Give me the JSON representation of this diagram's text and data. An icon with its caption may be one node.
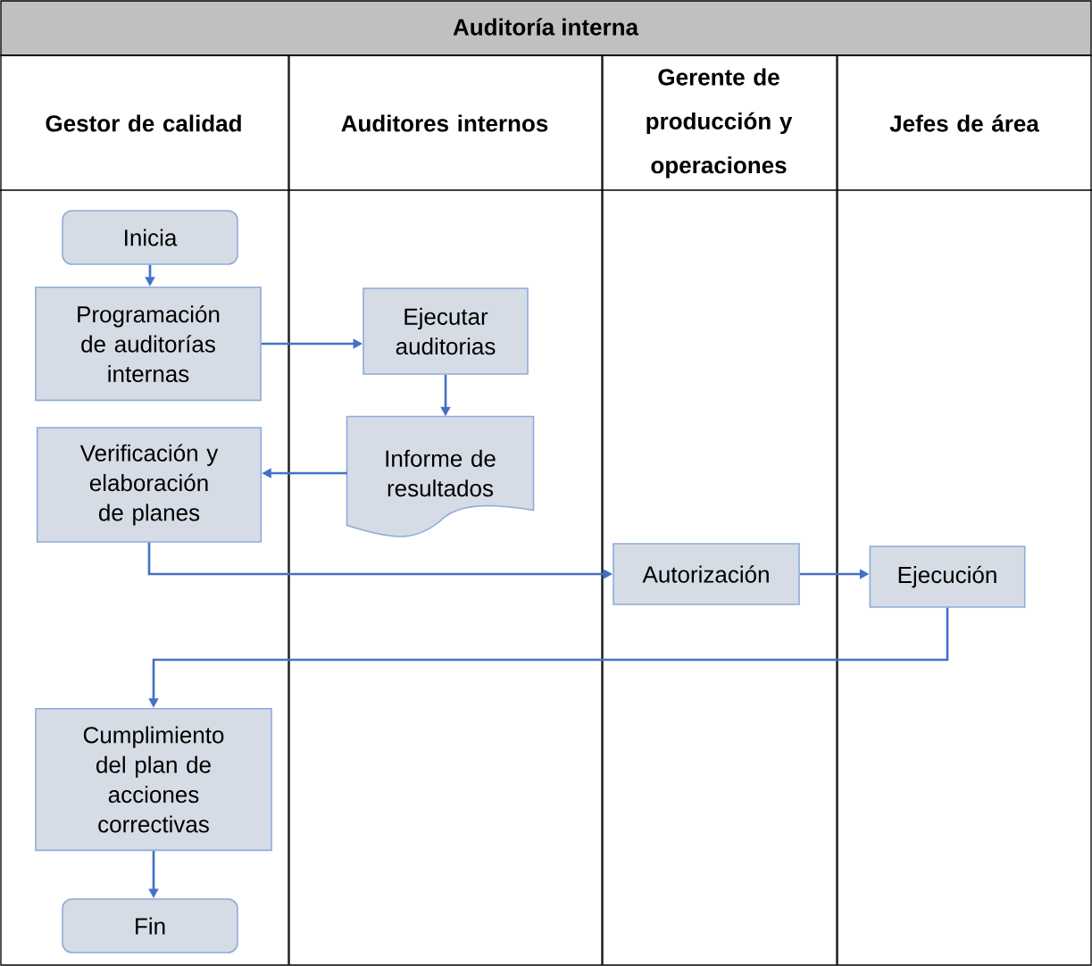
{
  "diagram": {
    "title": "Auditoría interna",
    "nodes": [
      {
        "text": [
          "Gestor de calidad"
        ]
      },
      {
        "text": [
          "Auditores internos"
        ]
      },
      {
        "text": [
          "Gerente de producción y operaciones"
        ]
      },
      {
        "text": [
          "Jefes de área"
        ]
      },
      {
        "text": [
          "Inicia"
        ],
        "in": 0
      },
      {
        "text": [
          "Programación de auditorías internas"
        ],
        "in": 0
      },
      {
        "text": [
          "Ejecutar auditorias"
        ],
        "in": 1
      },
      {
        "text": [
          "Informe de resultados"
        ],
        "in": 1
      },
      {
        "text": [
          "Verificación y elaboración de planes"
        ],
        "in": 0
      },
      {
        "text": [
          "Autorización"
        ],
        "in": 2
      },
      {
        "text": [
          "Ejecución"
        ],
        "in": 3
      },
      {
        "text": [
          "Cumplimiento del plan de acciones correctivas"
        ],
        "in": 0
      },
      {
        "text": [
          "Fin"
        ],
        "in": 0
      }
    ],
    "edges": [
      {
        "from": 4,
        "to": 5,
        "arrow": "to"
      },
      {
        "from": 5,
        "to": 6,
        "arrow": "to"
      },
      {
        "from": 6,
        "to": 7,
        "arrow": "to"
      },
      {
        "from": 7,
        "to": 8,
        "arrow": "to"
      },
      {
        "from": 8,
        "to": 9,
        "arrow": "to"
      },
      {
        "from": 9,
        "to": 10,
        "arrow": "to"
      },
      {
        "from": 10,
        "to": 11,
        "arrow": "to"
      },
      {
        "from": 11,
        "to": 12,
        "arrow": "to"
      }
    ]
  }
}
